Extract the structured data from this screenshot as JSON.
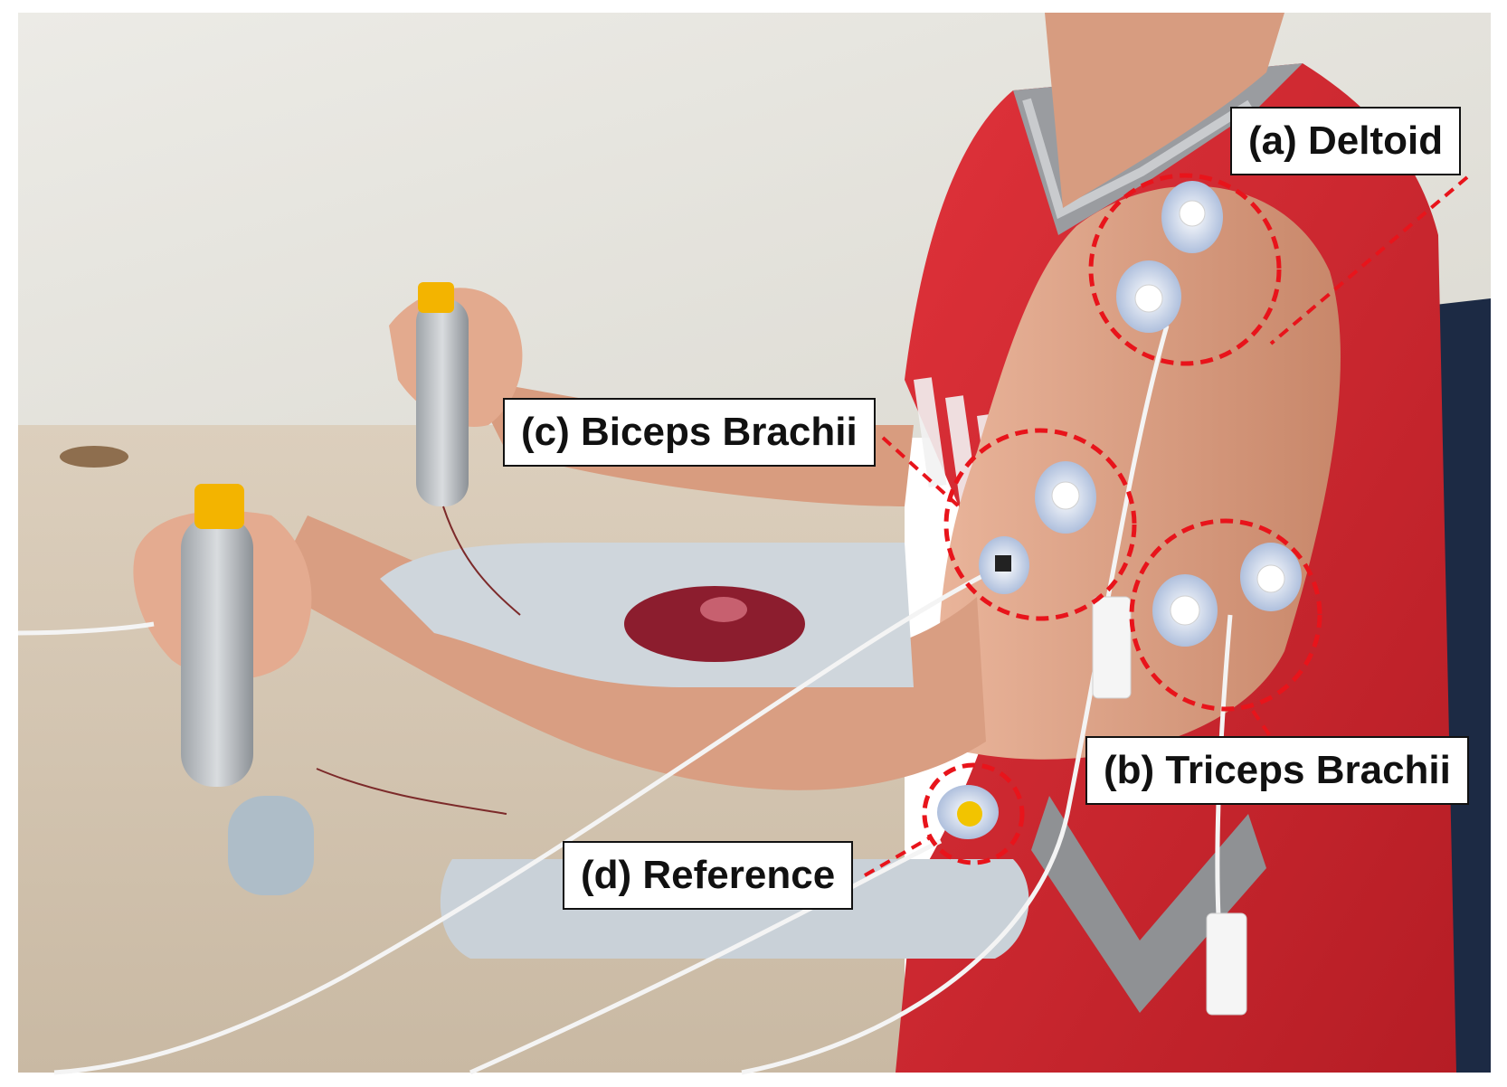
{
  "labels": {
    "deltoid": "(a) Deltoid",
    "triceps": "(b) Triceps Brachii",
    "biceps": "(c) Biceps Brachii",
    "reference": "(d) Reference"
  },
  "colors": {
    "marker_circle": "#e8141b",
    "jersey_red": "#d5262d",
    "wall": "#e9e8e2",
    "desk": "#d6c8b4",
    "armrest": "#cfd6dc"
  },
  "icons": [
    "electrode-pad-icon",
    "joystick-handle-icon",
    "sensor-box-icon"
  ]
}
